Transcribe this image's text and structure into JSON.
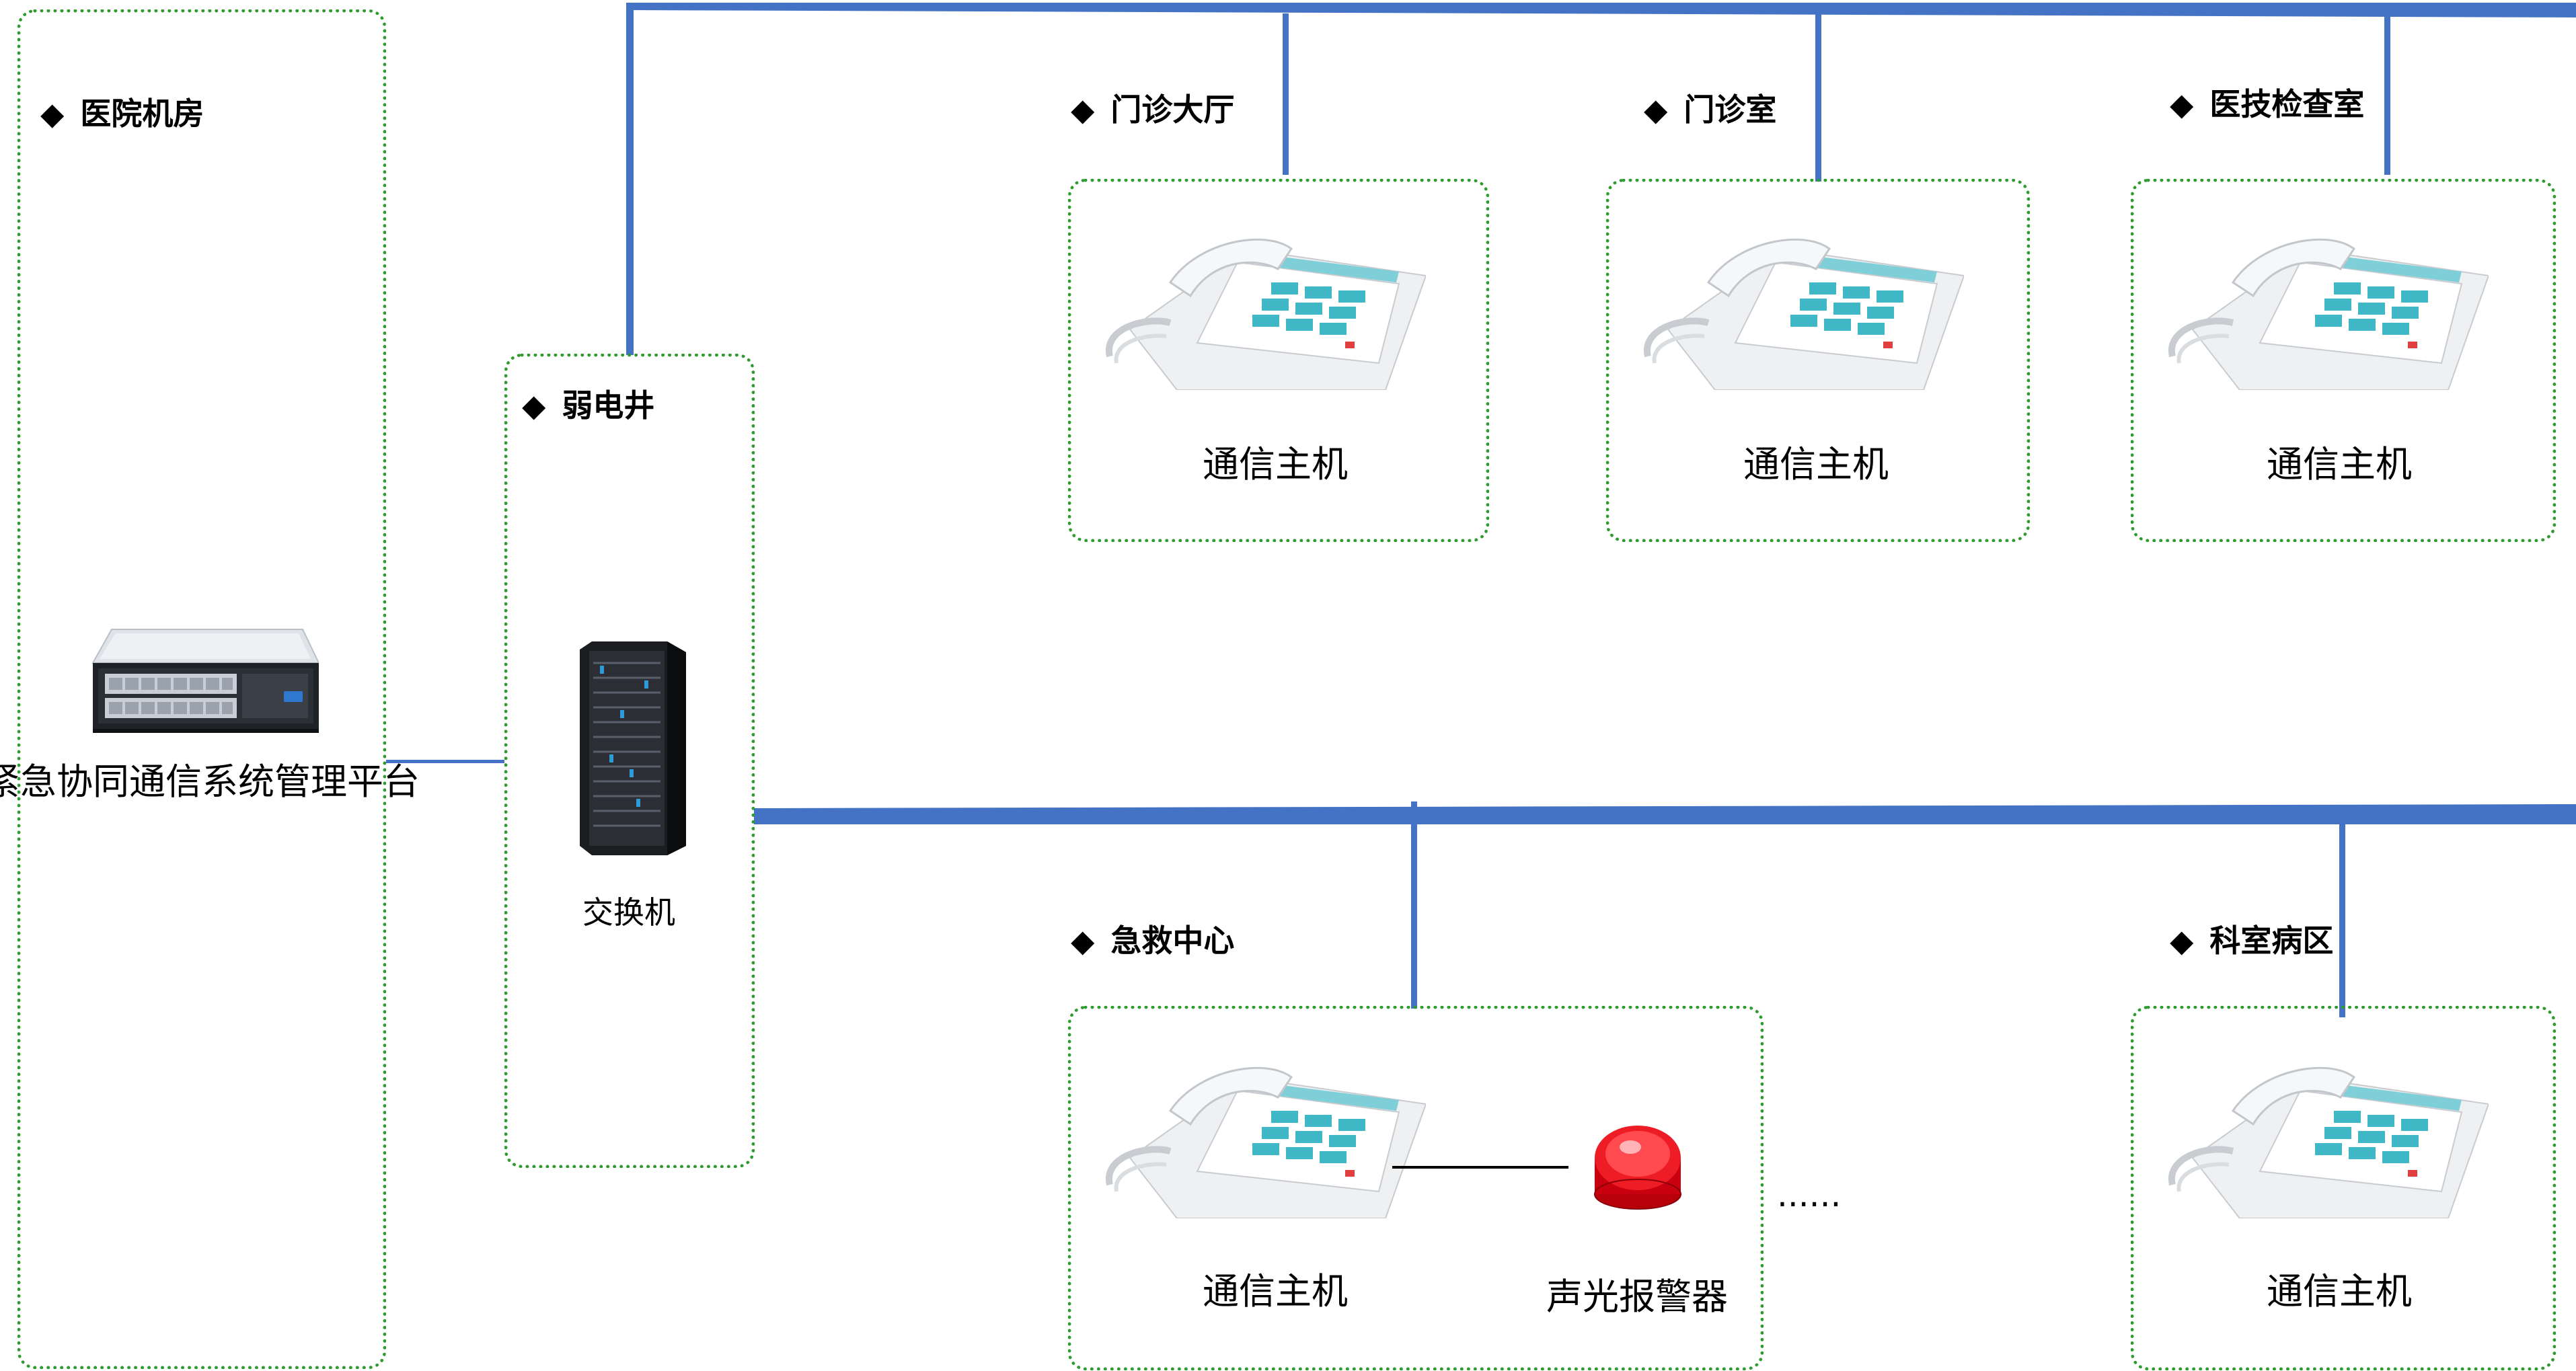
{
  "zones": {
    "server_room": {
      "title": "医院机房",
      "device_label": "紧急协同通信系统管理平台"
    },
    "weak_current_shaft": {
      "title": "弱电井",
      "device_label": "交换机"
    },
    "outpatient_hall": {
      "title": "门诊大厅",
      "device_label": "通信主机"
    },
    "outpatient_room": {
      "title": "门诊室",
      "device_label": "通信主机"
    },
    "medical_exam_room": {
      "title": "医技检查室",
      "device_label": "通信主机"
    },
    "emergency_center": {
      "title": "急救中心",
      "device_label": "通信主机",
      "alarm_label": "声光报警器"
    },
    "ward_area": {
      "title": "科室病区",
      "device_label": "通信主机"
    }
  },
  "bullet": "◆",
  "ellipsis": "......",
  "colors": {
    "zone_border": "#2e9b2e",
    "wire": "#4472c4",
    "alarm": "#e0141a"
  }
}
